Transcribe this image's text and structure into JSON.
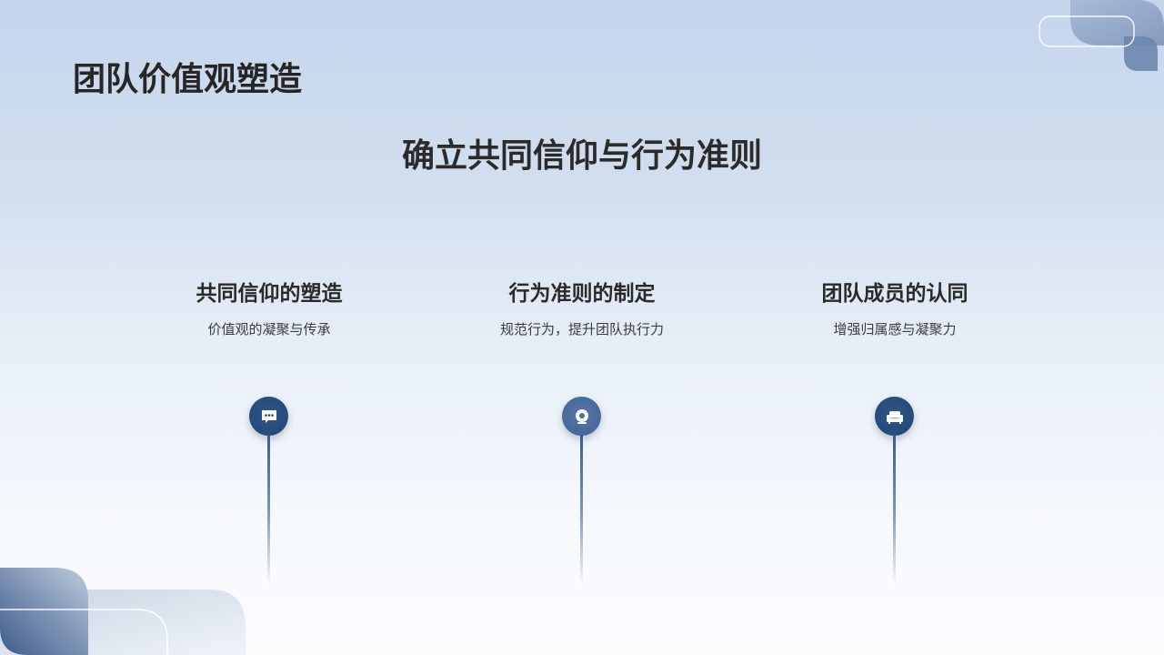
{
  "slide": {
    "title": "团队价值观塑造",
    "subtitle": "确立共同信仰与行为准则"
  },
  "columns": [
    {
      "heading": "共同信仰的塑造",
      "description": "价值观的凝聚与传承",
      "icon": "chat-bubble-icon"
    },
    {
      "heading": "行为准则的制定",
      "description": "规范行为，提升团队执行力",
      "icon": "webcam-icon"
    },
    {
      "heading": "团队成员的认同",
      "description": "增强归属感与凝聚力",
      "icon": "armchair-icon"
    }
  ],
  "colors": {
    "accent_dark": "#234674",
    "accent_mid": "#4a6c9f",
    "text": "#262626",
    "background_top": "#c5d5ec",
    "background_bottom": "#fbfcfe"
  }
}
